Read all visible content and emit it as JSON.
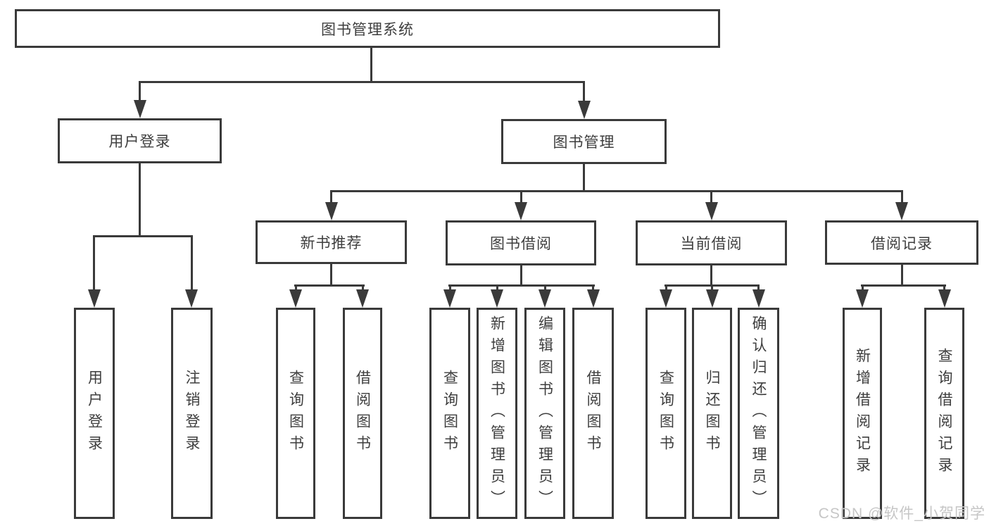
{
  "colors": {
    "line": "#3a3a3a",
    "box_border": "#3a3a3a",
    "text": "#3e3e3e",
    "background": "#ffffff",
    "watermark": "#c6c6c6"
  },
  "watermark": {
    "text": "CSDN @软件_小贺同学"
  },
  "tree": {
    "label": "图书管理系统",
    "children": [
      {
        "label": "用户登录",
        "children": [
          {
            "label": "用户登录"
          },
          {
            "label": "注销登录"
          }
        ]
      },
      {
        "label": "图书管理",
        "children": [
          {
            "label": "新书推荐",
            "children": [
              {
                "label": "查询图书"
              },
              {
                "label": "借阅图书"
              }
            ]
          },
          {
            "label": "图书借阅",
            "children": [
              {
                "label": "查询图书"
              },
              {
                "label": "新增图书（管理员）"
              },
              {
                "label": "编辑图书（管理员）"
              },
              {
                "label": "借阅图书"
              }
            ]
          },
          {
            "label": "当前借阅",
            "children": [
              {
                "label": "查询图书"
              },
              {
                "label": "归还图书"
              },
              {
                "label": "确认归还（管理员）"
              }
            ]
          },
          {
            "label": "借阅记录",
            "children": [
              {
                "label": "新增借阅记录"
              },
              {
                "label": "查询借阅记录"
              }
            ]
          }
        ]
      }
    ]
  }
}
